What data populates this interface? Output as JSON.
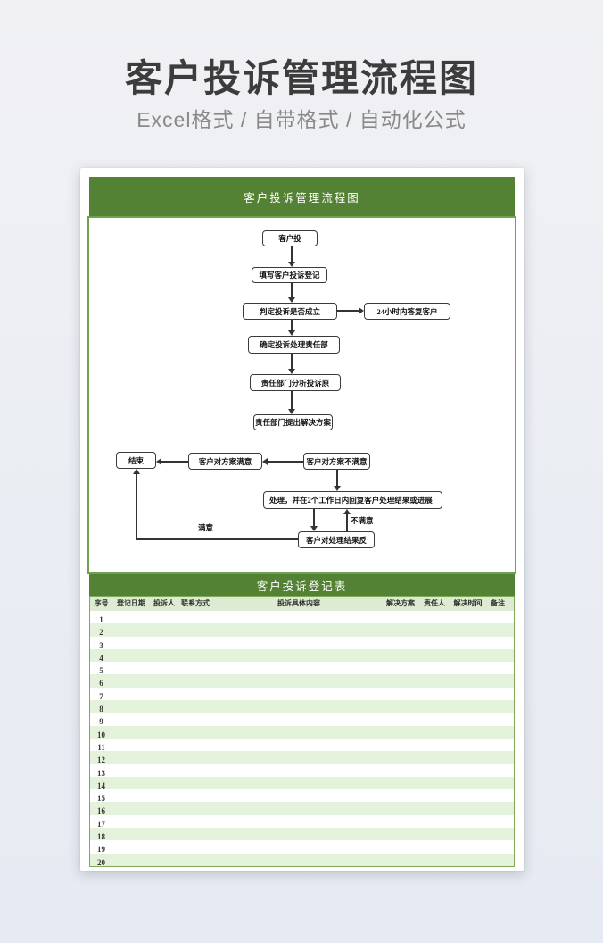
{
  "header": {
    "title": "客户投诉管理流程图",
    "subtitle": "Excel格式 / 自带格式 / 自动化公式"
  },
  "colors": {
    "accent_green": "#548235",
    "flow_border_green": "#6ea24e",
    "table_header_green": "#dcebd1",
    "row_alt_green": "#e4f1db",
    "page_background": "#ebeef3"
  },
  "sheet": {
    "flowchart_title": "客户投诉管理流程图",
    "table_title": "客户投诉登记表"
  },
  "flowchart": {
    "nodes": [
      {
        "id": "start",
        "label": "客户投"
      },
      {
        "id": "register",
        "label": "填写客户投诉登记"
      },
      {
        "id": "judge",
        "label": "判定投诉是否成立"
      },
      {
        "id": "reply-24h",
        "label": "24小时内答复客户"
      },
      {
        "id": "assign-dept",
        "label": "确定投诉处理责任部"
      },
      {
        "id": "analyze-cause",
        "label": "责任部门分析投诉原"
      },
      {
        "id": "propose-solution",
        "label": "责任部门提出解决方案"
      },
      {
        "id": "end",
        "label": "结束"
      },
      {
        "id": "plan-satisfied",
        "label": "客户对方案满意"
      },
      {
        "id": "plan-unsatisfied",
        "label": "客户对方案不满意"
      },
      {
        "id": "process-reply",
        "label": "处理，并在2个工作日内回复客户处理结果或进展"
      },
      {
        "id": "result-feedback",
        "label": "客户对处理结果反"
      }
    ],
    "edge_labels": {
      "satisfied": "满意",
      "unsatisfied": "不满意"
    }
  },
  "table": {
    "columns": [
      "序号",
      "登记日期",
      "投诉人",
      "联系方式",
      "投诉具体内容",
      "解决方案",
      "责任人",
      "解决时间",
      "备注"
    ],
    "row_numbers": [
      "1",
      "2",
      "3",
      "4",
      "5",
      "6",
      "7",
      "8",
      "9",
      "10",
      "11",
      "12",
      "13",
      "14",
      "15",
      "16",
      "17",
      "18",
      "19",
      "20"
    ]
  }
}
